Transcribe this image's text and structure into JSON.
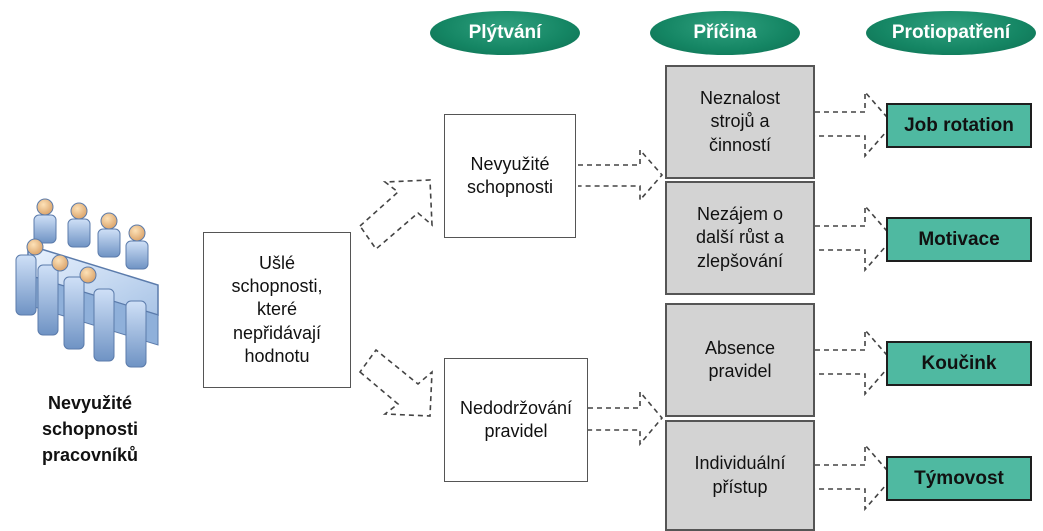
{
  "headers": {
    "waste": "Plýtvání",
    "cause": "Příčina",
    "countermeasure": "Protiopatření"
  },
  "source": {
    "caption": "Nevyužité\nschopnosti\npracovníků",
    "icon": "meeting-people-icon"
  },
  "root": "Ušlé\nschopnosti,\nkteré\nnepřidávají\nhodnotu",
  "wastes": [
    "Nevyužité\nschopnosti",
    "Nedodržování\npravidel"
  ],
  "causes": [
    "Neznalost\nstrojů a\nčinností",
    "Nezájem o\ndalší růst a\nzlepšování",
    "Absence\npravidel",
    "Individuální\npřístup"
  ],
  "countermeasures": [
    "Job rotation",
    "Motivace",
    "Koučink",
    "Týmovost"
  ],
  "colors": {
    "header": "#148563",
    "cause_fill": "#d3d3d3",
    "countermeasure_fill": "#4fb9a1"
  }
}
